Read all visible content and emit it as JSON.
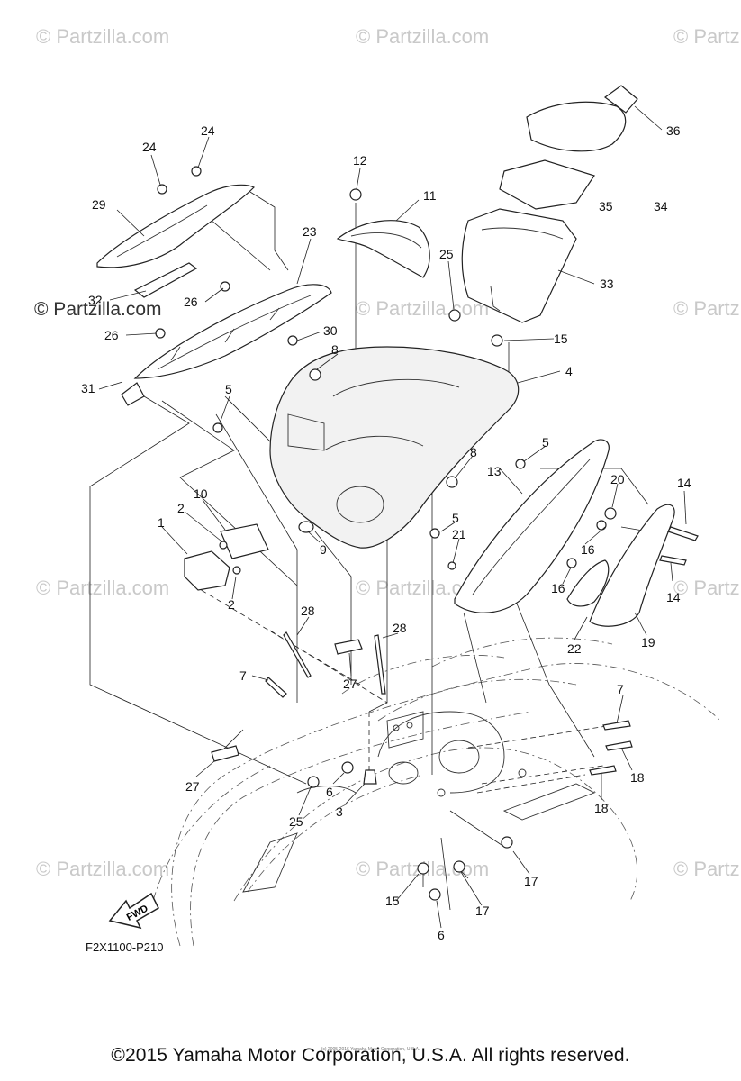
{
  "watermarks": {
    "text": "© Partzilla.com",
    "top_left": "© Partzilla.com",
    "top_mid": "© Partzilla.com",
    "top_right": "© Partzilla.com",
    "mid_left_bold": "© Partzilla.com",
    "mid_mid": "© Partzilla.com",
    "mid_right": "© Partzilla.com",
    "low_left": "© Partzilla.com",
    "low_mid": "© Partzilla.com",
    "low_right": "© Partzilla.com",
    "bottom_left": "© Partzilla.com",
    "bottom_mid": "© Partzilla.com",
    "bottom_right": "© Partzilla.com"
  },
  "callouts": {
    "c24a": "24",
    "c24b": "24",
    "c12": "12",
    "c36": "36",
    "c29": "29",
    "c11": "11",
    "c23": "23",
    "c35": "35",
    "c34": "34",
    "c25a": "25",
    "c33": "33",
    "c32": "32",
    "c26a": "26",
    "c26b": "26",
    "c30": "30",
    "c15a": "15",
    "c8a": "8",
    "c4": "4",
    "c31": "31",
    "c5a": "5",
    "c5b": "5",
    "c8b": "8",
    "c13": "13",
    "c20": "20",
    "c14a": "14",
    "c10": "10",
    "c2a": "2",
    "c1": "1",
    "c9": "9",
    "c5c": "5",
    "c21": "21",
    "c16a": "16",
    "c16b": "16",
    "c14b": "14",
    "c2b": "2",
    "c28a": "28",
    "c28b": "28",
    "c22": "22",
    "c19": "19",
    "c27a": "27",
    "c7a": "7",
    "c7b": "7",
    "c18a": "18",
    "c18b": "18",
    "c27b": "27",
    "c6a": "6",
    "c25b": "25",
    "c3": "3",
    "c17a": "17",
    "c17b": "17",
    "c15b": "15",
    "c6b": "6"
  },
  "fwd_label": "FWD",
  "diagram_code": "F2X1100-P210",
  "small_print": "(c) 2005-2016 Yamaha Motor Corporation, U.S.A.",
  "footer": "©2015 Yamaha Motor Corporation, U.S.A. All rights reserved."
}
